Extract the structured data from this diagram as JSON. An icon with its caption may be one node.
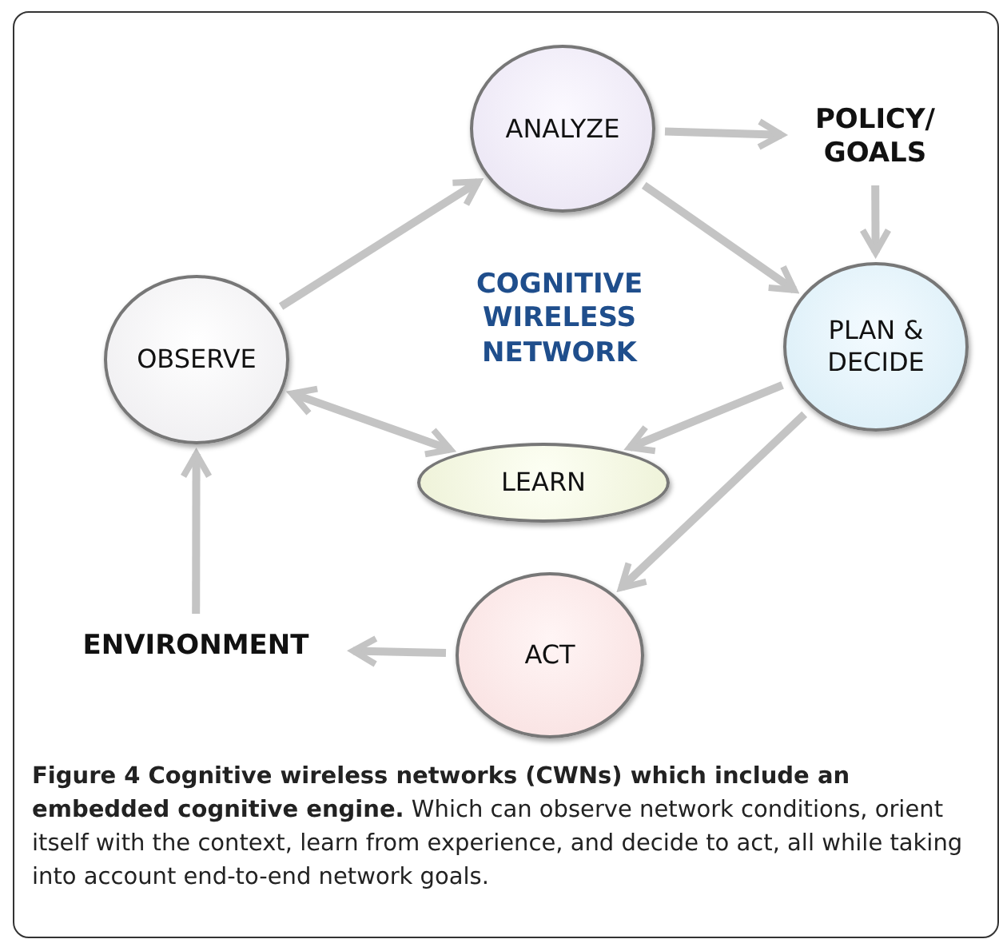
{
  "diagram": {
    "caption": "**Figure 4 Cognitive wireless networks (CWNs) which include an embedded cognitive engine.** Which can observe network conditions, orient itself with the context, learn from experience, and decide to act, all while taking into account end-to-end network goals.",
    "nodes": [
      {
        "text": [
          "ANALYZE"
        ]
      },
      {
        "text": [
          "POLICY/ GOALS"
        ]
      },
      {
        "text": [
          "OBSERVE"
        ]
      },
      {
        "text": [
          "PLAN & DECIDE"
        ]
      },
      {
        "text": [
          "LEARN"
        ]
      },
      {
        "text": [
          "ENVIRONMENT"
        ]
      },
      {
        "text": [
          "ACT"
        ]
      }
    ],
    "edges": [
      {
        "from": 2,
        "to": 0,
        "arrow": "to"
      },
      {
        "from": 0,
        "to": 1,
        "arrow": "to"
      },
      {
        "from": 0,
        "to": 3,
        "arrow": "to"
      },
      {
        "from": 1,
        "to": 3,
        "arrow": "to"
      },
      {
        "from": 3,
        "to": 4,
        "arrow": "to"
      },
      {
        "from": 4,
        "to": 2,
        "arrow": "both"
      },
      {
        "from": 3,
        "to": 6,
        "arrow": "to"
      },
      {
        "from": 6,
        "to": 5,
        "arrow": "to"
      },
      {
        "from": 5,
        "to": 2,
        "arrow": "to"
      }
    ],
    "labels": [
      "COGNITIVE WIRELESS NETWORK"
    ]
  }
}
